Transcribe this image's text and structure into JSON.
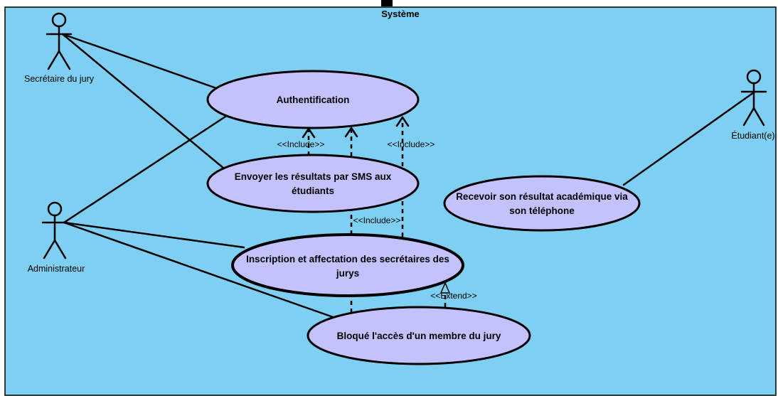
{
  "system": {
    "title": "Système"
  },
  "actors": {
    "secretaire": {
      "name": "Secrétaire du jury",
      "icon": "stick-figure-icon"
    },
    "administrateur": {
      "name": "Administrateur",
      "icon": "stick-figure-icon"
    },
    "etudiant": {
      "name": "Étudiant(e)",
      "icon": "stick-figure-icon"
    }
  },
  "use_cases": {
    "authentification": {
      "lines": [
        "Authentification"
      ]
    },
    "envoyer": {
      "lines": [
        "Envoyer les résultats par SMS aux",
        "étudiants"
      ]
    },
    "recevoir": {
      "lines": [
        "Recevoir son résultat académique via",
        "son téléphone"
      ]
    },
    "inscription": {
      "lines": [
        "Inscription et affectation des secrétaires des",
        "jurys"
      ]
    },
    "bloque": {
      "lines": [
        "Bloqué l'accès d'un membre du jury"
      ]
    }
  },
  "relations": {
    "include_envoyer_auth": "<<Include>>",
    "include_inscription_auth": "<<Include>>",
    "include_bloque_auth": "<<Include>>",
    "extend_bloque_inscription": "<<Extend>>"
  },
  "colors": {
    "boundary_fill": "#7ecff2",
    "use_case_fill": "#c4c2fc",
    "line": "#000000"
  }
}
